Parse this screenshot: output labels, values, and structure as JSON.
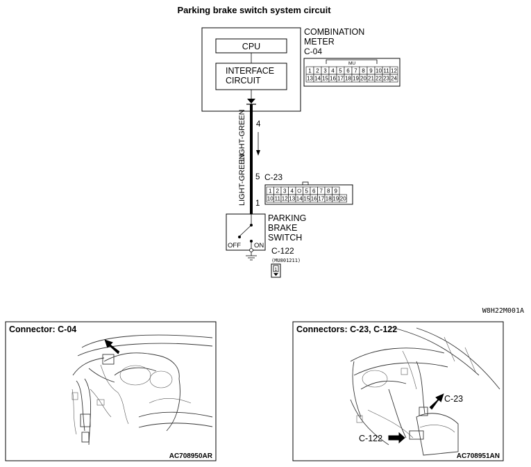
{
  "title": "Parking brake switch  system circuit",
  "meter": {
    "cpu_label": "CPU",
    "interface_line1": "INTERFACE",
    "interface_line2": "CIRCUIT",
    "name_line1": "COMBINATION",
    "name_line2": "METER",
    "connector_id": "C-04",
    "connector_tag": "MU",
    "pins_top": [
      "1",
      "2",
      "3",
      "4",
      "5",
      "6",
      "7",
      "8",
      "9",
      "10",
      "11",
      "12"
    ],
    "pins_bottom": [
      "13",
      "14",
      "15",
      "16",
      "17",
      "18",
      "19",
      "20",
      "21",
      "22",
      "23",
      "24"
    ]
  },
  "wire": {
    "color_label_upper": "LIGHT-GREEN",
    "color_label_lower": "LIGHT-GREEN",
    "pin_meter": "4",
    "pin_c23_top": "5",
    "pin_c23_bottom": "1"
  },
  "c23": {
    "connector_id": "C-23",
    "pins_top": [
      "1",
      "2",
      "3",
      "4",
      "",
      "5",
      "6",
      "7",
      "8",
      "9"
    ],
    "pins_bottom": [
      "10",
      "11",
      "12",
      "13",
      "14",
      "15",
      "16",
      "17",
      "18",
      "19",
      "20"
    ]
  },
  "switch": {
    "name_line1": "PARKING",
    "name_line2": "BRAKE",
    "name_line3": "SWITCH",
    "off_label": "OFF",
    "on_label": "ON"
  },
  "c122": {
    "connector_id": "C-122",
    "part_number": "(MU801211)",
    "pin": "1"
  },
  "diagram_code": "W8H22M001A",
  "panels": [
    {
      "title": "Connector: C-04",
      "code": "AC708950AR"
    },
    {
      "title": "Connectors: C-23, C-122",
      "code": "AC708951AN",
      "callout_a": "C-23",
      "callout_b": "C-122"
    }
  ]
}
